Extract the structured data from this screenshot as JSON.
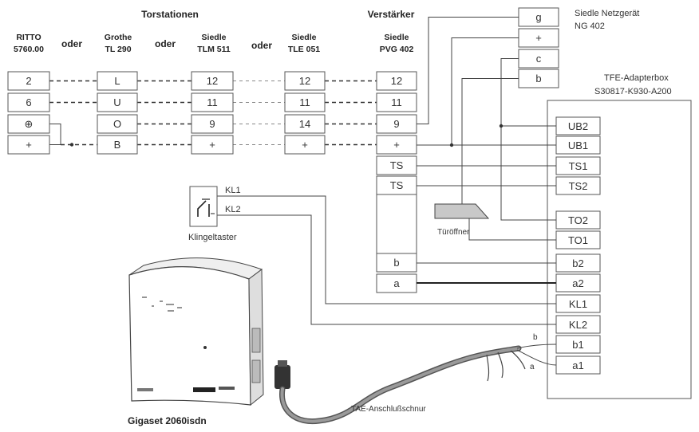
{
  "headings": {
    "door_stations": "Torstationen",
    "amplifier": "Verstärker"
  },
  "oder_labels": [
    "oder",
    "oder",
    "oder"
  ],
  "door_stations": [
    {
      "maker": "RITTO",
      "model": "5760.00",
      "terminals": [
        "2",
        "6",
        "⊕",
        "+"
      ]
    },
    {
      "maker": "Grothe",
      "model": "TL 290",
      "terminals": [
        "L",
        "U",
        "O",
        "B"
      ]
    },
    {
      "maker": "Siedle",
      "model": "TLM 511",
      "terminals": [
        "12",
        "11",
        "9",
        "+"
      ]
    },
    {
      "maker": "Siedle",
      "model": "TLE 051",
      "terminals": [
        "12",
        "11",
        "14",
        "+"
      ]
    }
  ],
  "amplifier": {
    "maker": "Siedle",
    "model": "PVG 402",
    "terminals": [
      "12",
      "11",
      "9",
      "+",
      "TS",
      "TS"
    ],
    "bottom_terminals": [
      "b",
      "a"
    ]
  },
  "power_supply": {
    "name": "Siedle Netzgerät",
    "model": "NG 402",
    "terminals": [
      "g",
      "+",
      "c",
      "b"
    ]
  },
  "adapter_box": {
    "name": "TFE-Adapterbox",
    "model": "S30817-K930-A200",
    "terminals": [
      "UB2",
      "UB1",
      "TS1",
      "TS2",
      "TO2",
      "TO1",
      "b2",
      "a2",
      "KL1",
      "KL2",
      "b1",
      "a1"
    ]
  },
  "bell_button": {
    "label": "Klingeltaster",
    "wire1": "KL1",
    "wire2": "KL2"
  },
  "door_opener": {
    "label": "Türöffner"
  },
  "device": {
    "label": "Gigaset 2060isdn"
  },
  "cable": {
    "label": "TAE-Anschlußschnur",
    "wire_b": "b",
    "wire_a": "a"
  },
  "colors": {
    "line": "#444444",
    "box_stroke": "#555555",
    "opener_fill": "#c8c8c8",
    "cable": "#8a8a8a"
  }
}
